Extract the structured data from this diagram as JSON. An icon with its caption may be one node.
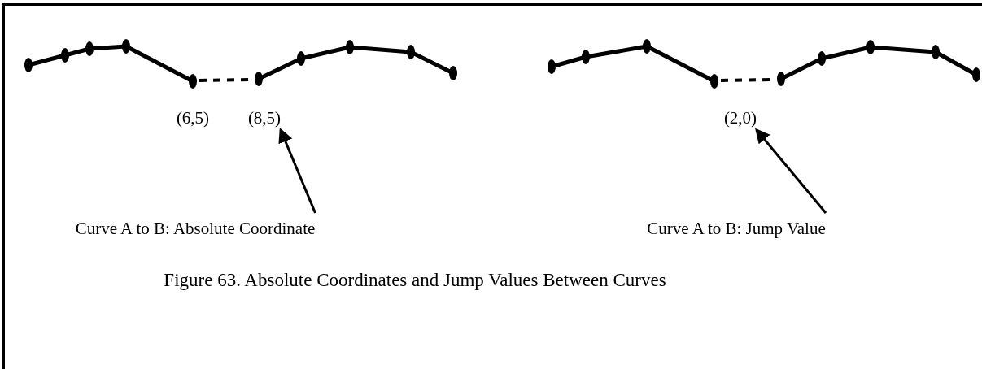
{
  "diagram": {
    "caption": "Figure 63. Absolute Coordinates and Jump Values Between Curves",
    "nodes": [
      {
        "text": [
          "(8,5)"
        ]
      },
      {
        "text": [
          "Curve A to B: Absolute Coordinate"
        ]
      },
      {
        "text": [
          "(2,0)"
        ]
      },
      {
        "text": [
          "Curve A to B: Jump Value"
        ]
      }
    ],
    "edges": [
      {
        "from": 1,
        "to": 0,
        "arrow": "to"
      },
      {
        "from": 3,
        "to": 2,
        "arrow": "to"
      }
    ],
    "labels": [
      "(6,5)"
    ]
  }
}
